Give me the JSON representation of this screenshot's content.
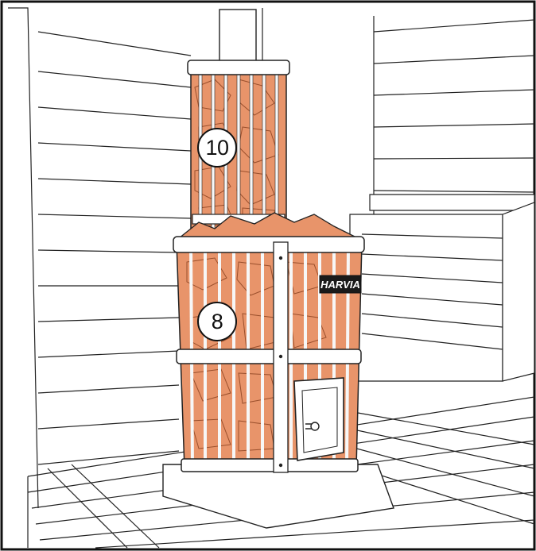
{
  "figure": {
    "brand_plate_text": "HARVIA",
    "callouts": [
      {
        "id": "top",
        "label": "10"
      },
      {
        "id": "middle",
        "label": "8"
      }
    ],
    "colors": {
      "line": "#1a1a1a",
      "stone": "#e8946a",
      "stone_dark": "#c8724a",
      "background": "#ffffff"
    }
  }
}
